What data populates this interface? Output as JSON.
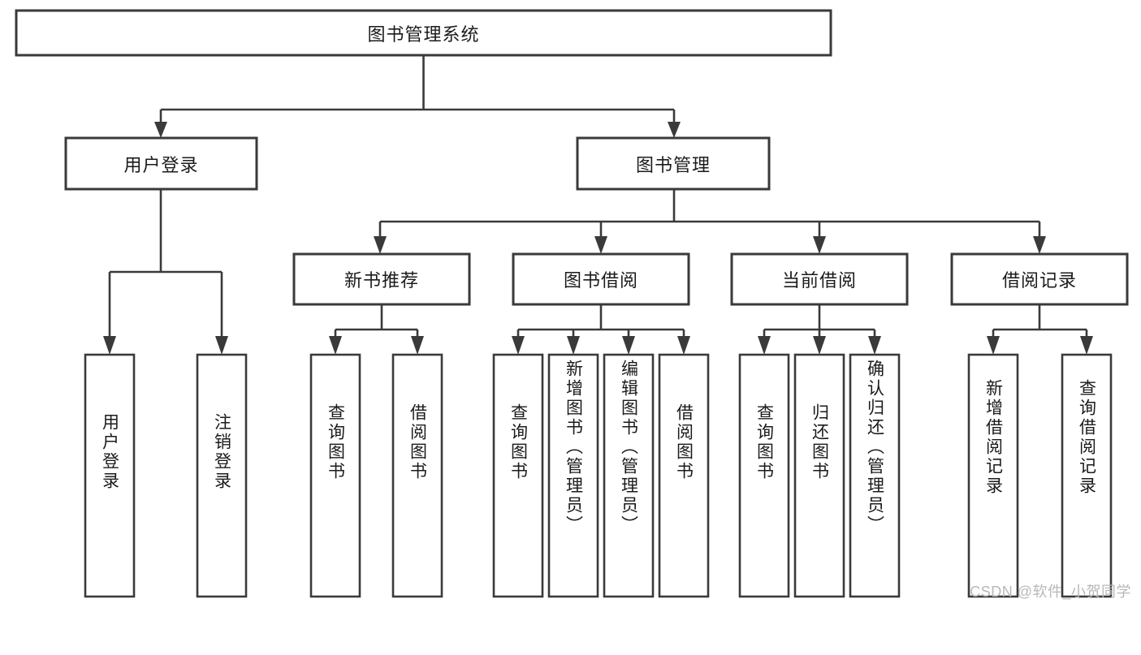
{
  "diagram": {
    "type": "tree-hierarchy",
    "title": "图书管理系统",
    "colors": {
      "box_fill": "#ffffff",
      "box_stroke": "#3a3a3a",
      "text": "#1b1b1b",
      "background": "#ffffff",
      "watermark": "#b8b8b8"
    },
    "root": {
      "label": "图书管理系统",
      "orientation": "horizontal"
    },
    "level2": [
      {
        "label": "用户登录",
        "orientation": "horizontal"
      },
      {
        "label": "图书管理",
        "orientation": "horizontal"
      }
    ],
    "level3": [
      {
        "label": "新书推荐",
        "orientation": "horizontal"
      },
      {
        "label": "图书借阅",
        "orientation": "horizontal"
      },
      {
        "label": "当前借阅",
        "orientation": "horizontal"
      },
      {
        "label": "借阅记录",
        "orientation": "horizontal"
      }
    ],
    "leaves": {
      "user_login": [
        {
          "label": "用户登录",
          "orientation": "vertical"
        },
        {
          "label": "注销登录",
          "orientation": "vertical"
        }
      ],
      "new_book_recommend": [
        {
          "label": "查询图书",
          "orientation": "vertical"
        },
        {
          "label": "借阅图书",
          "orientation": "vertical"
        }
      ],
      "book_borrow": [
        {
          "label": "查询图书",
          "orientation": "vertical"
        },
        {
          "label": "新增图书（管理员）",
          "orientation": "vertical"
        },
        {
          "label": "编辑图书（管理员）",
          "orientation": "vertical"
        },
        {
          "label": "借阅图书",
          "orientation": "vertical"
        }
      ],
      "current_borrow": [
        {
          "label": "查询图书",
          "orientation": "vertical"
        },
        {
          "label": "归还图书",
          "orientation": "vertical"
        },
        {
          "label": "确认归还（管理员）",
          "orientation": "vertical"
        }
      ],
      "borrow_record": [
        {
          "label": "新增借阅记录",
          "orientation": "vertical"
        },
        {
          "label": "查询借阅记录",
          "orientation": "vertical"
        }
      ]
    },
    "watermark": "CSDN @软件_小贺同学"
  }
}
